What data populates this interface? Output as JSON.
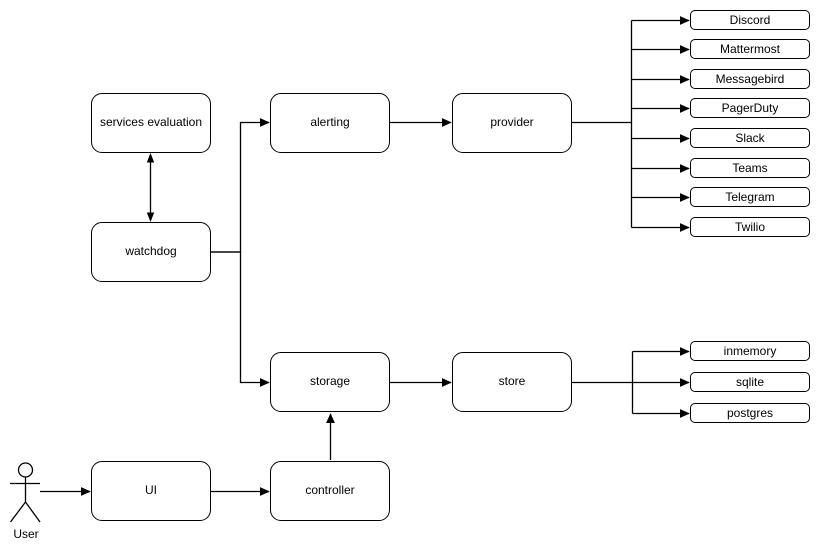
{
  "diagram": {
    "title_hint": "architecture diagram",
    "background_color": "#ffffff",
    "stroke_color": "#000000",
    "text_color": "#000000",
    "node_fill": "#ffffff",
    "nodes": {
      "services_evaluation": {
        "label": "services evaluation"
      },
      "watchdog": {
        "label": "watchdog"
      },
      "alerting": {
        "label": "alerting"
      },
      "provider": {
        "label": "provider"
      },
      "storage": {
        "label": "storage"
      },
      "store": {
        "label": "store"
      },
      "ui": {
        "label": "UI"
      },
      "controller": {
        "label": "controller"
      }
    },
    "actor": {
      "label": "User"
    },
    "provider_targets": [
      "Discord",
      "Mattermost",
      "Messagebird",
      "PagerDuty",
      "Slack",
      "Teams",
      "Telegram",
      "Twilio"
    ],
    "store_targets": [
      "inmemory",
      "sqlite",
      "postgres"
    ]
  }
}
